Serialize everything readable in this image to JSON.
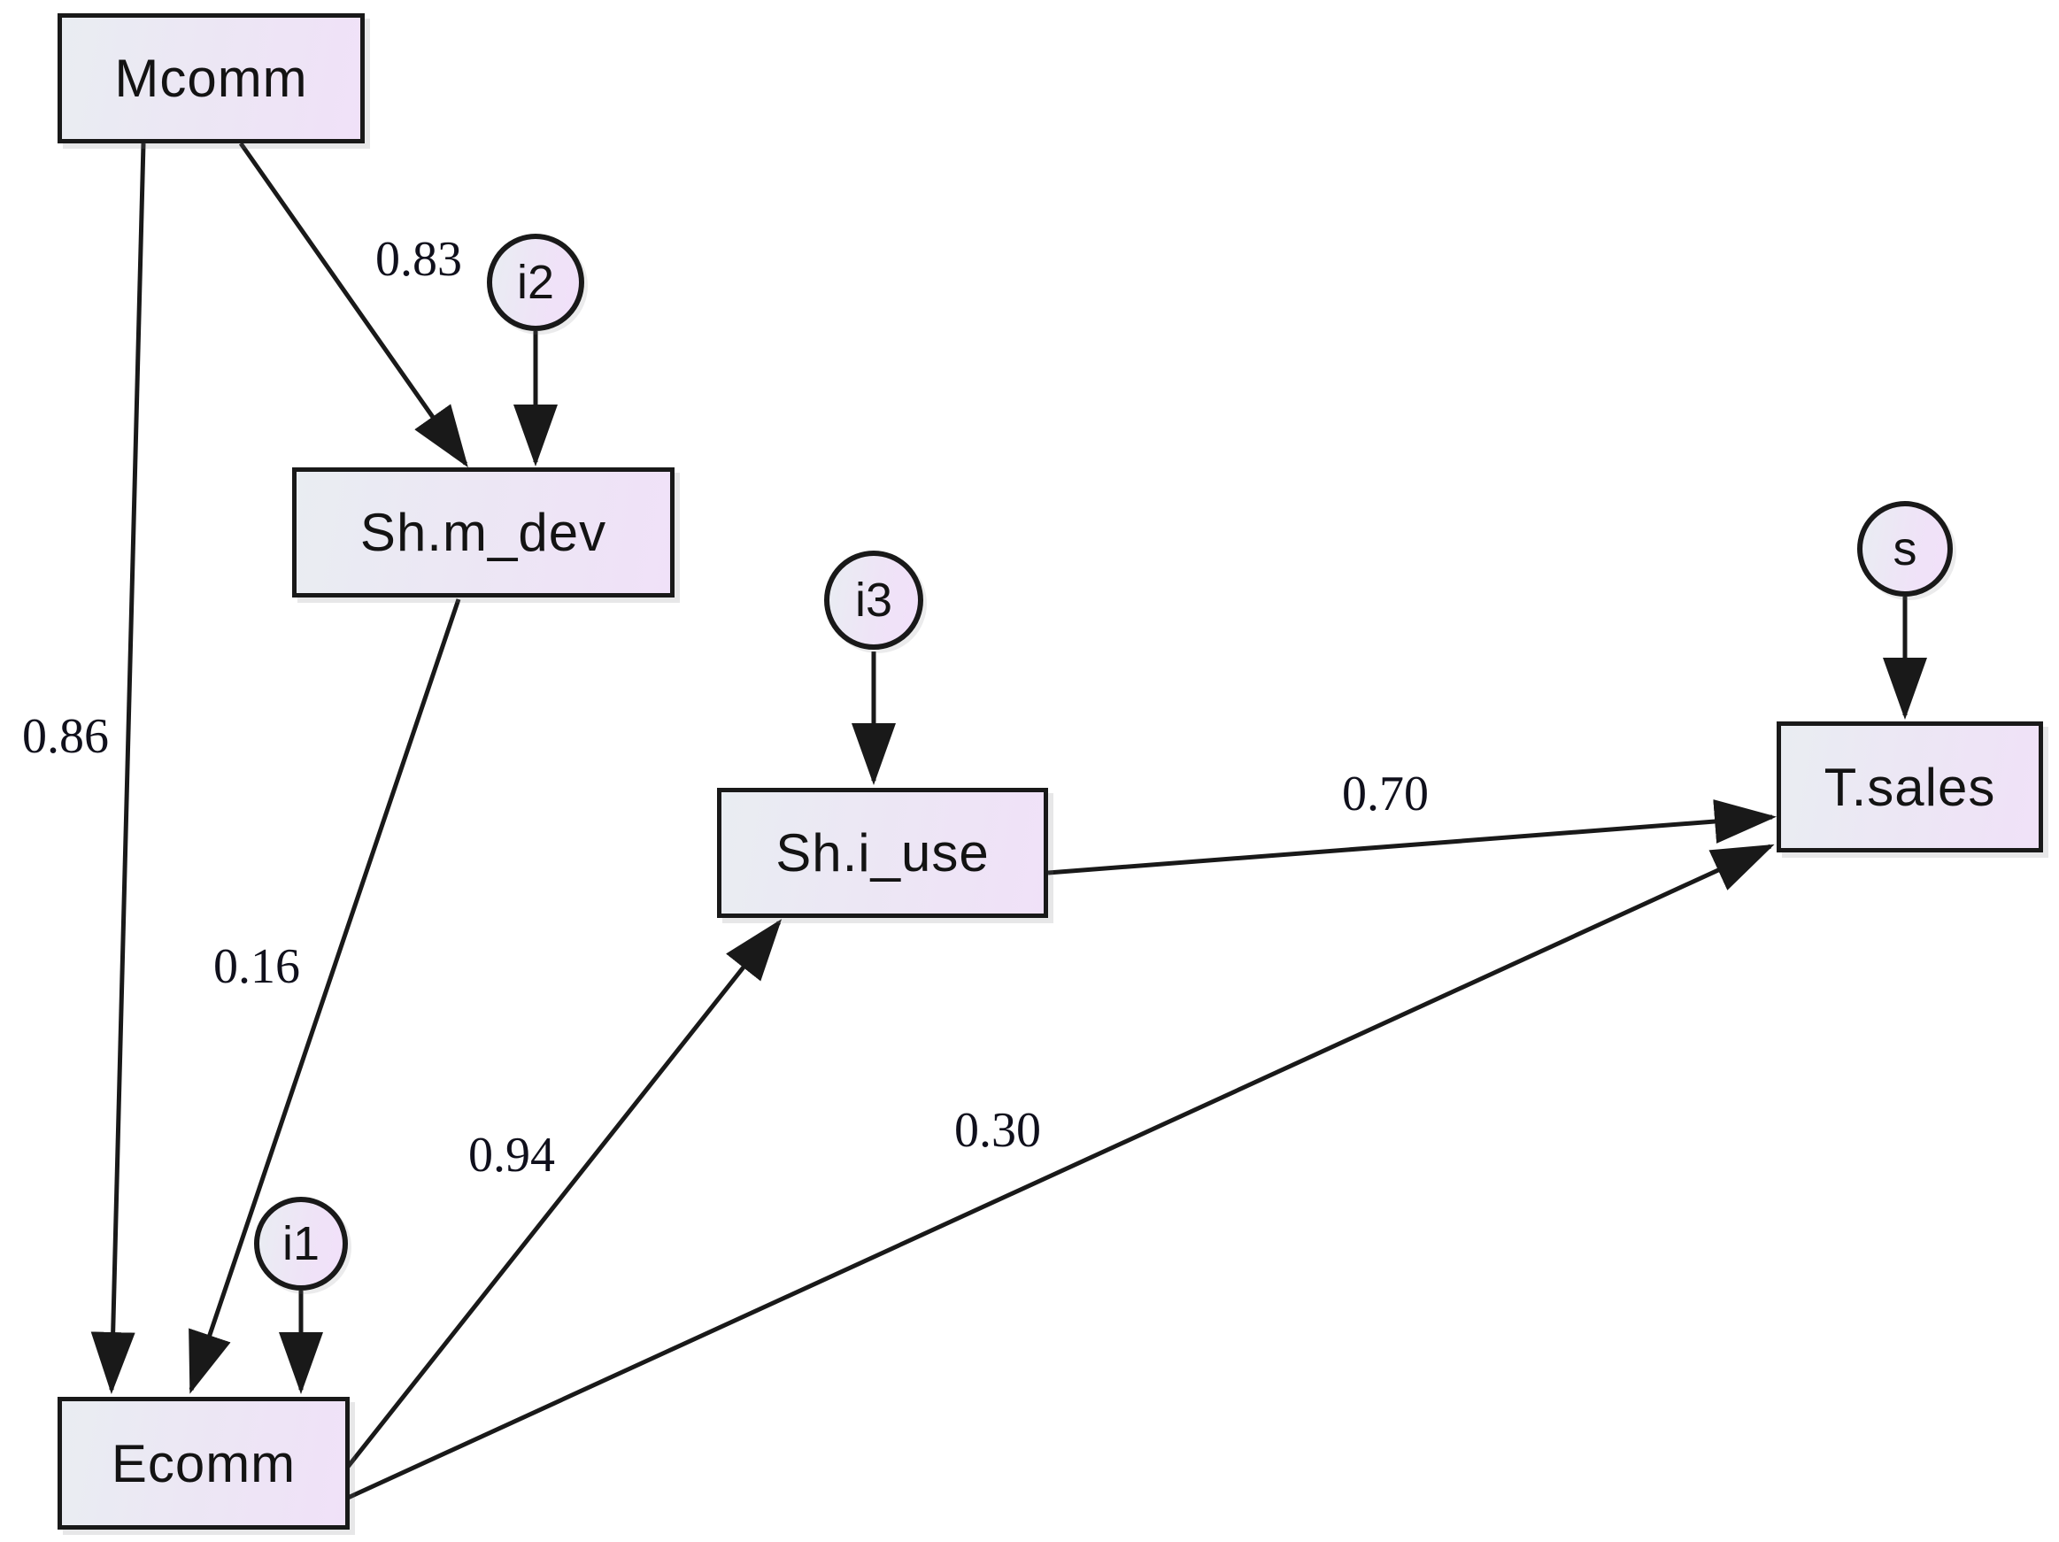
{
  "diagram": {
    "type": "path-diagram",
    "description": "Structural model with path coefficients",
    "colors": {
      "node_fill_left": "#e9edf2",
      "node_fill_right": "#f0e1f8",
      "node_border": "#191919",
      "edge_stroke": "#191919",
      "label_text": "#10101c",
      "background": "#ffffff"
    },
    "nodes": {
      "mcomm": {
        "label": "Mcomm",
        "shape": "rect"
      },
      "sh_m_dev": {
        "label": "Sh.m_dev",
        "shape": "rect"
      },
      "sh_i_use": {
        "label": "Sh.i_use",
        "shape": "rect"
      },
      "ecomm": {
        "label": "Ecomm",
        "shape": "rect"
      },
      "t_sales": {
        "label": "T.sales",
        "shape": "rect"
      },
      "i1": {
        "label": "i1",
        "shape": "circle"
      },
      "i2": {
        "label": "i2",
        "shape": "circle"
      },
      "i3": {
        "label": "i3",
        "shape": "circle"
      },
      "s": {
        "label": "s",
        "shape": "circle"
      }
    },
    "edges": [
      {
        "from": "Mcomm",
        "to": "Ecomm",
        "coefficient": "0.86"
      },
      {
        "from": "Mcomm",
        "to": "Sh.m_dev",
        "coefficient": "0.83"
      },
      {
        "from": "Sh.m_dev",
        "to": "Ecomm",
        "coefficient": "0.16"
      },
      {
        "from": "Ecomm",
        "to": "Sh.i_use",
        "coefficient": "0.94"
      },
      {
        "from": "Sh.i_use",
        "to": "T.sales",
        "coefficient": "0.70"
      },
      {
        "from": "Ecomm",
        "to": "T.sales",
        "coefficient": "0.30"
      },
      {
        "from": "i1",
        "to": "Ecomm",
        "coefficient": ""
      },
      {
        "from": "i2",
        "to": "Sh.m_dev",
        "coefficient": ""
      },
      {
        "from": "i3",
        "to": "Sh.i_use",
        "coefficient": ""
      },
      {
        "from": "s",
        "to": "T.sales",
        "coefficient": ""
      }
    ]
  }
}
